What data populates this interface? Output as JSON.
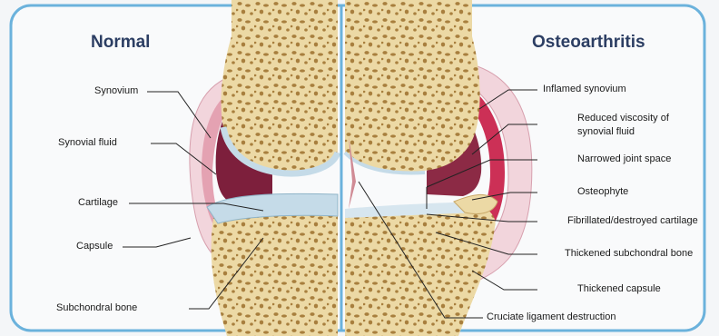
{
  "titles": {
    "left": "Normal",
    "right": "Osteoarthritis"
  },
  "labels_normal": {
    "synovium": "Synovium",
    "synovial_fluid": "Synovial fluid",
    "cartilage": "Cartilage",
    "capsule": "Capsule",
    "subchondral_bone": "Subchondral bone"
  },
  "labels_oa": {
    "inflamed_synovium": "Inflamed synovium",
    "reduced_viscosity_1": "Reduced viscosity of",
    "reduced_viscosity_2": "synovial fluid",
    "narrowed_joint_space": "Narrowed joint space",
    "osteophyte": "Osteophyte",
    "fibrillated_cartilage": "Fibrillated/destroyed cartilage",
    "thickened_subchondral_bone": "Thickened subchondral bone",
    "thickened_capsule": "Thickened capsule",
    "cruciate_ligament": "Cruciate ligament destruction"
  },
  "colors": {
    "bone": "#ecd9a5",
    "trabecular": "#a87f3e",
    "cartilage": "#c5dbe8",
    "synovial_fluid": "#7d1f3c",
    "synovium": "#e4a2b2",
    "capsule": "#f2d5dc",
    "inflamed": "#cc3056",
    "frame": "#6bb2dc",
    "title": "#2c3e63"
  }
}
